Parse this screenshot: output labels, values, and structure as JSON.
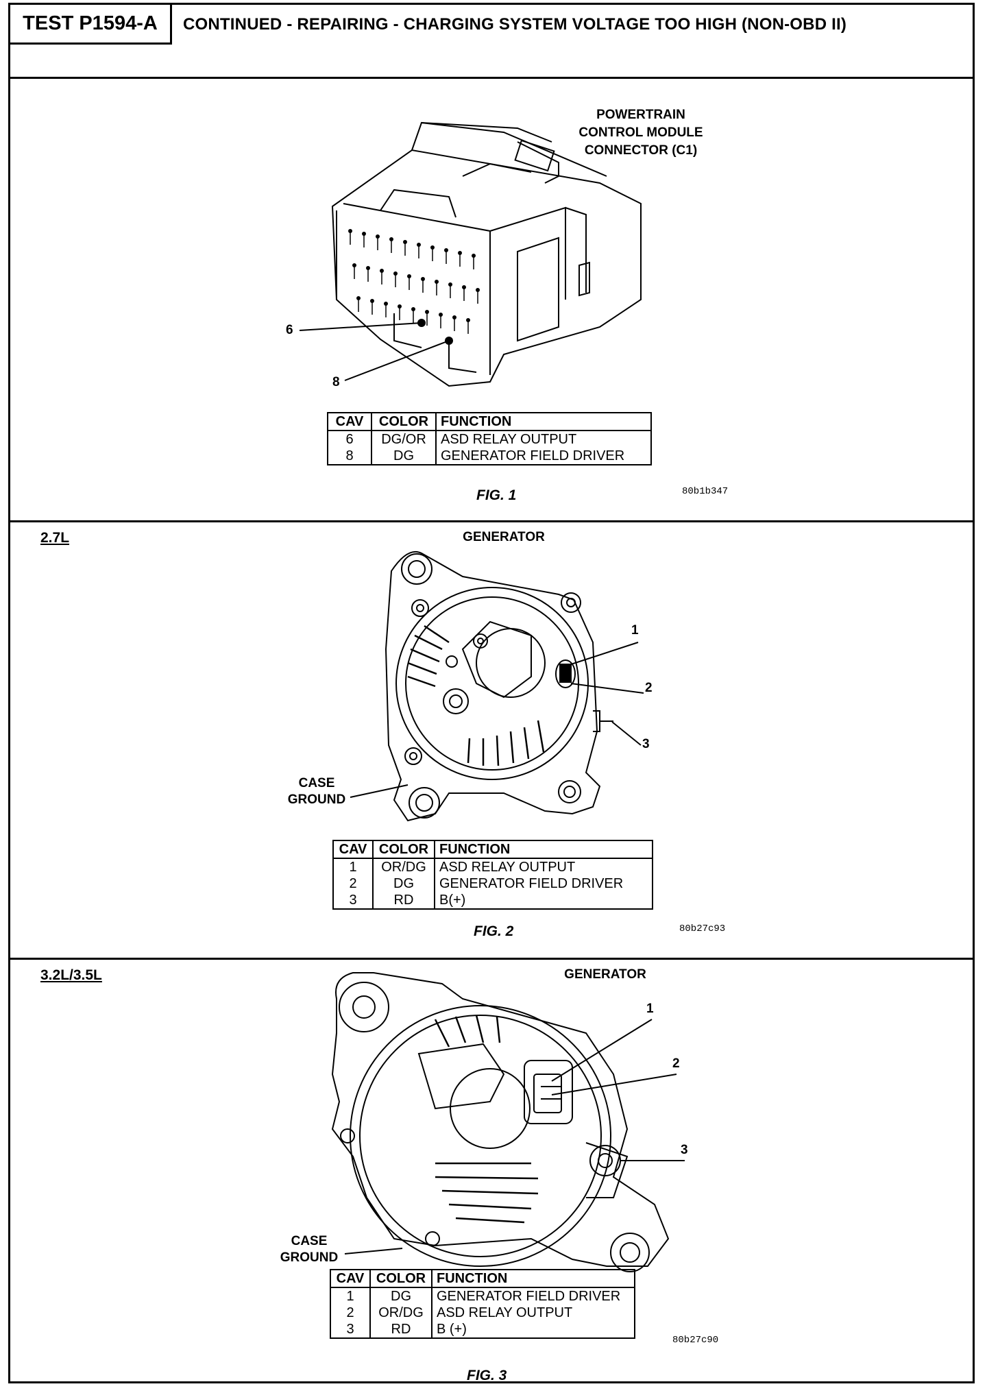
{
  "header": {
    "test_id": "TEST P1594-A",
    "title": "CONTINUED - REPAIRING - CHARGING SYSTEM VOLTAGE TOO HIGH (NON-OBD II)"
  },
  "fig1": {
    "connector_label": [
      "POWERTRAIN",
      "CONTROL MODULE",
      "CONNECTOR (C1)"
    ],
    "callouts": [
      "6",
      "8"
    ],
    "table": {
      "headers": [
        "CAV",
        "COLOR",
        "FUNCTION"
      ],
      "rows": [
        [
          "6",
          "DG/OR",
          "ASD RELAY OUTPUT"
        ],
        [
          "8",
          "DG",
          "GENERATOR FIELD DRIVER"
        ]
      ]
    },
    "caption": "FIG. 1",
    "code": "80b1b347"
  },
  "fig2": {
    "section_label": "2.7L",
    "title": "GENERATOR",
    "callouts": [
      "1",
      "2",
      "3"
    ],
    "case_ground": [
      "CASE",
      "GROUND"
    ],
    "table": {
      "headers": [
        "CAV",
        "COLOR",
        "FUNCTION"
      ],
      "rows": [
        [
          "1",
          "OR/DG",
          "ASD RELAY OUTPUT"
        ],
        [
          "2",
          "DG",
          "GENERATOR FIELD DRIVER"
        ],
        [
          "3",
          "RD",
          "B(+)"
        ]
      ]
    },
    "caption": "FIG. 2",
    "code": "80b27c93"
  },
  "fig3": {
    "section_label": "3.2L/3.5L",
    "title": "GENERATOR",
    "callouts": [
      "1",
      "2",
      "3"
    ],
    "case_ground": [
      "CASE",
      "GROUND"
    ],
    "table": {
      "headers": [
        "CAV",
        "COLOR",
        "FUNCTION"
      ],
      "rows": [
        [
          "1",
          "DG",
          "GENERATOR FIELD DRIVER"
        ],
        [
          "2",
          "OR/DG",
          "ASD RELAY OUTPUT"
        ],
        [
          "3",
          "RD",
          "B (+)"
        ]
      ]
    },
    "caption": "FIG. 3",
    "code": "80b27c90"
  }
}
